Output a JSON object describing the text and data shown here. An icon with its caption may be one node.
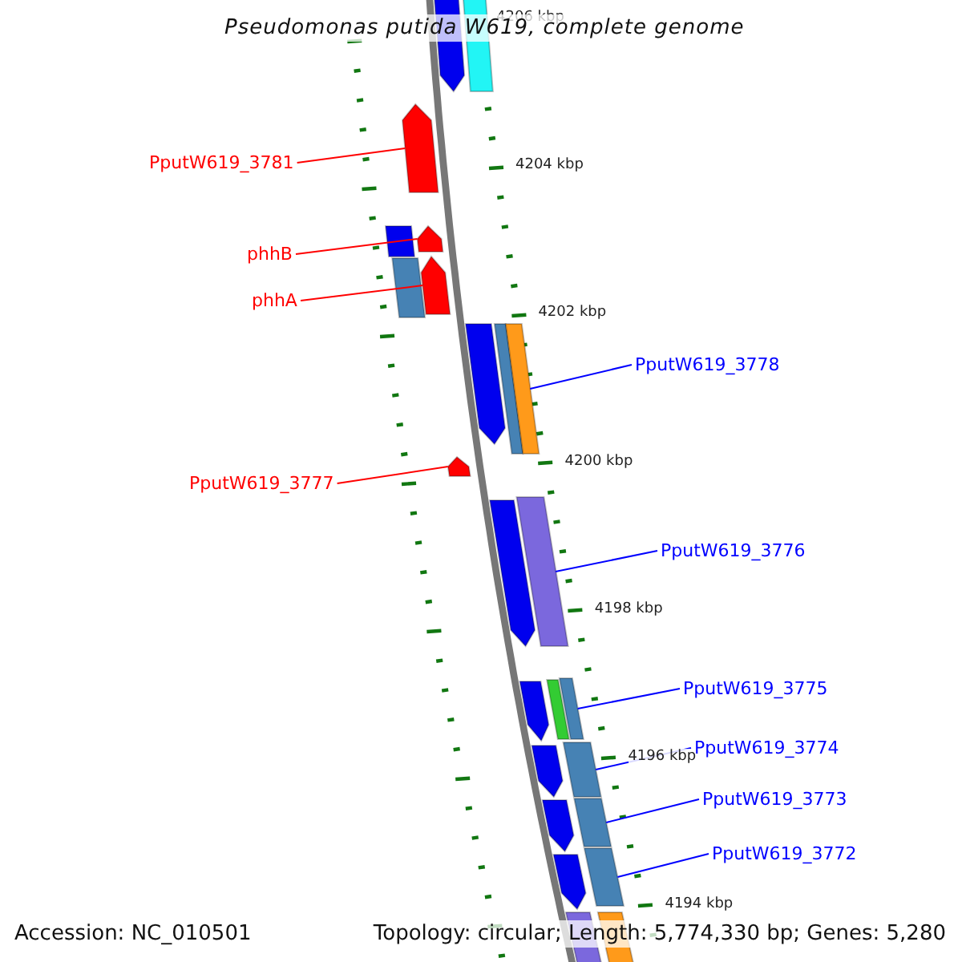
{
  "diagram": {
    "title": "Pseudomonas putida W619, complete genome",
    "nodes": [
      {
        "text": [],
        "shape": "bar"
      },
      {
        "text": [],
        "shape": "bar"
      },
      {
        "text": [
          "PputW619_3781"
        ]
      },
      {
        "text": [],
        "shape": "bar"
      },
      {
        "text": [],
        "shape": "bar"
      },
      {
        "text": [
          "phhB"
        ]
      },
      {
        "text": [],
        "shape": "bar"
      },
      {
        "text": [
          "phhA"
        ]
      },
      {
        "text": [],
        "shape": "bar"
      },
      {
        "text": [],
        "shape": "bar"
      },
      {
        "text": [],
        "shape": "bar"
      },
      {
        "text": [],
        "shape": "bar"
      },
      {
        "text": [
          "PputW619_3778"
        ]
      },
      {
        "text": [],
        "shape": "bar"
      },
      {
        "text": [
          "PputW619_3777"
        ]
      },
      {
        "text": [],
        "shape": "bar"
      },
      {
        "text": [],
        "shape": "bar"
      },
      {
        "text": [],
        "shape": "bar"
      },
      {
        "text": [
          "PputW619_3776"
        ]
      },
      {
        "text": [],
        "shape": "bar"
      },
      {
        "text": [],
        "shape": "bar"
      },
      {
        "text": [],
        "shape": "bar"
      },
      {
        "text": [
          "PputW619_3775"
        ]
      },
      {
        "text": [],
        "shape": "bar"
      },
      {
        "text": [],
        "shape": "bar"
      },
      {
        "text": [
          "PputW619_3774"
        ]
      },
      {
        "text": [],
        "shape": "bar"
      },
      {
        "text": [],
        "shape": "bar"
      },
      {
        "text": [
          "PputW619_3773"
        ]
      },
      {
        "text": [],
        "shape": "bar"
      },
      {
        "text": [],
        "shape": "bar"
      },
      {
        "text": [
          "PputW619_3772"
        ]
      },
      {
        "text": [],
        "shape": "bar"
      },
      {
        "text": [],
        "shape": "bar"
      }
    ],
    "edges": [
      {
        "from": 2,
        "to": 3,
        "arrow": "none",
        "color": "#ff0000"
      },
      {
        "from": 5,
        "to": 6,
        "arrow": "none",
        "color": "#ff0000"
      },
      {
        "from": 7,
        "to": 9,
        "arrow": "none",
        "color": "#ff0000"
      },
      {
        "from": 12,
        "to": 13,
        "arrow": "none",
        "color": "#0000ff"
      },
      {
        "from": 14,
        "to": 15,
        "arrow": "none",
        "color": "#ff0000"
      },
      {
        "from": 18,
        "to": 17,
        "arrow": "none",
        "color": "#0000ff"
      },
      {
        "from": 22,
        "to": 21,
        "arrow": "none",
        "color": "#0000ff"
      },
      {
        "from": 25,
        "to": 24,
        "arrow": "none",
        "color": "#0000ff"
      },
      {
        "from": 28,
        "to": 27,
        "arrow": "none",
        "color": "#0000ff"
      },
      {
        "from": 31,
        "to": 30,
        "arrow": "none",
        "color": "#0000ff"
      }
    ],
    "labels": [
      "4206 kbp",
      "4204 kbp",
      "4202 kbp",
      "4200 kbp",
      "4198 kbp",
      "4196 kbp",
      "4194 kbp",
      "Accession: NC_010501",
      "Topology: circular; Length: 5,774,330 bp; Genes: 5,280"
    ]
  }
}
